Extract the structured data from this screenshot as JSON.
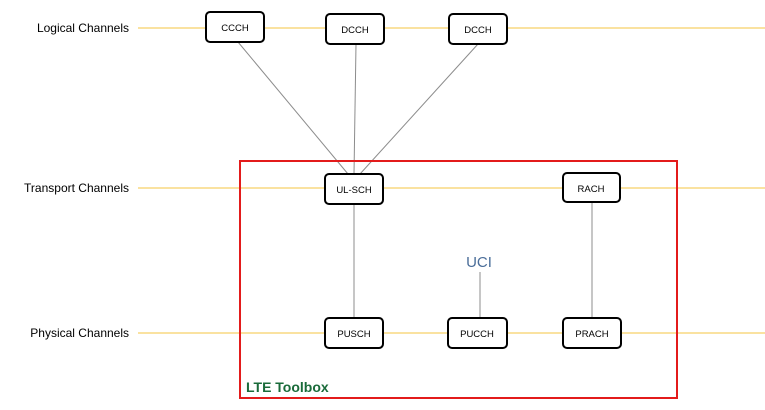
{
  "colors": {
    "level_line": "#f5c542",
    "toolbox_border": "#e31b1b",
    "toolbox_label": "#1a6b3a",
    "uci_label": "#4a6d99",
    "link": "#8c8c8c"
  },
  "levels": {
    "logical": "Logical Channels",
    "transport": "Transport Channels",
    "physical": "Physical Channels"
  },
  "nodes": {
    "ccch": "CCCH",
    "dcch_1": "DCCH",
    "dcch_2": "DCCH",
    "ul_sch": "UL-SCH",
    "rach": "RACH",
    "pusch": "PUSCH",
    "pucch": "PUCCH",
    "prach": "PRACH"
  },
  "uci": "UCI",
  "toolbox": {
    "label": "LTE Toolbox"
  },
  "connections": [
    [
      "ccch",
      "ul_sch"
    ],
    [
      "dcch_1",
      "ul_sch"
    ],
    [
      "dcch_2",
      "ul_sch"
    ],
    [
      "ul_sch",
      "pusch"
    ],
    [
      "rach",
      "prach"
    ],
    [
      "uci",
      "pucch"
    ]
  ]
}
